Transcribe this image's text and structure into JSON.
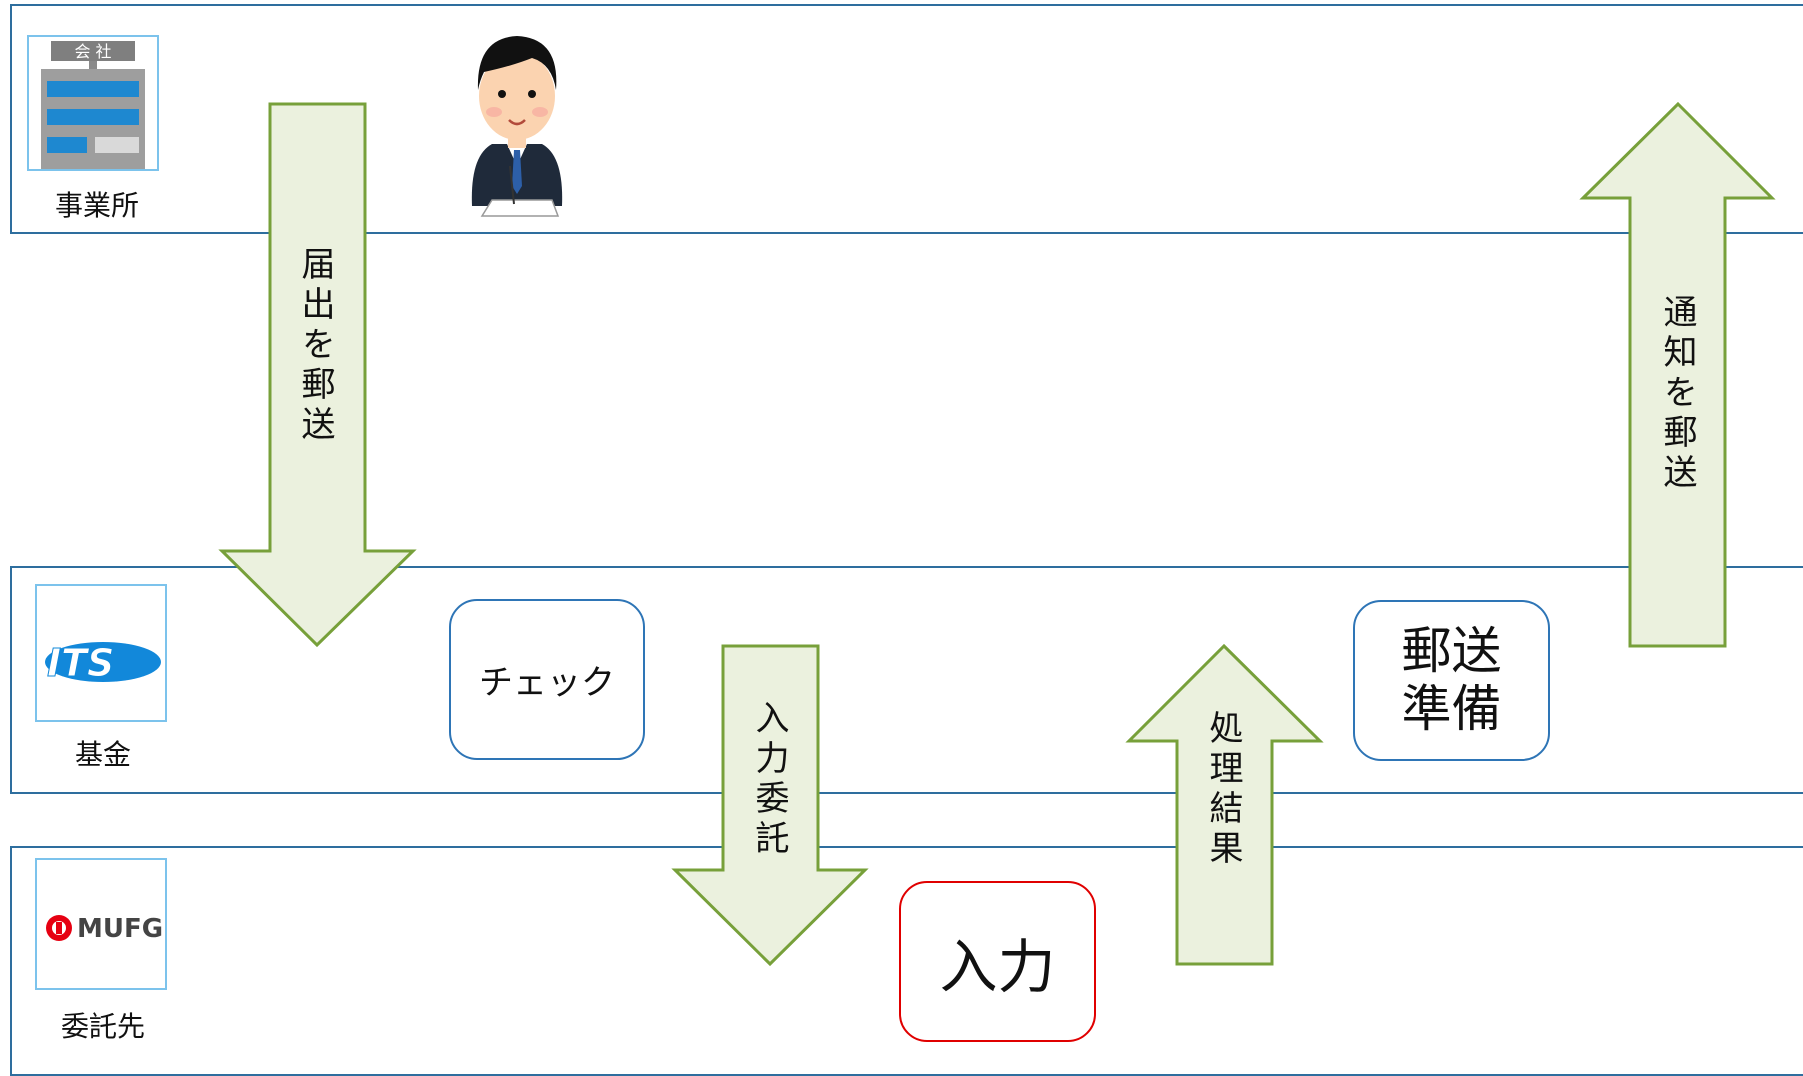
{
  "lanes": [
    {
      "label": "事業所",
      "icon": "office-building-icon"
    },
    {
      "label": "基金",
      "icon": "its-logo-icon",
      "logo_text": "ITS"
    },
    {
      "label": "委託先",
      "icon": "mufg-logo-icon",
      "logo_text": "MUFG"
    }
  ],
  "office": {
    "building_sign": "会 社",
    "person": "office-worker-writing-icon"
  },
  "steps": {
    "check": "チェック",
    "input": "入力",
    "prepare_line1": "郵送",
    "prepare_line2": "準備"
  },
  "flows": {
    "mail_submission": "届出を郵送",
    "input_entrust": "入力委託",
    "processing_result": "処理結果",
    "mail_notification": "通知を郵送"
  },
  "colors": {
    "lane_border": "#2e6e9e",
    "arrow_fill": "#ebf1de",
    "arrow_stroke": "#77a03a",
    "process_border": "#2e75b6",
    "input_border": "#e00000"
  }
}
